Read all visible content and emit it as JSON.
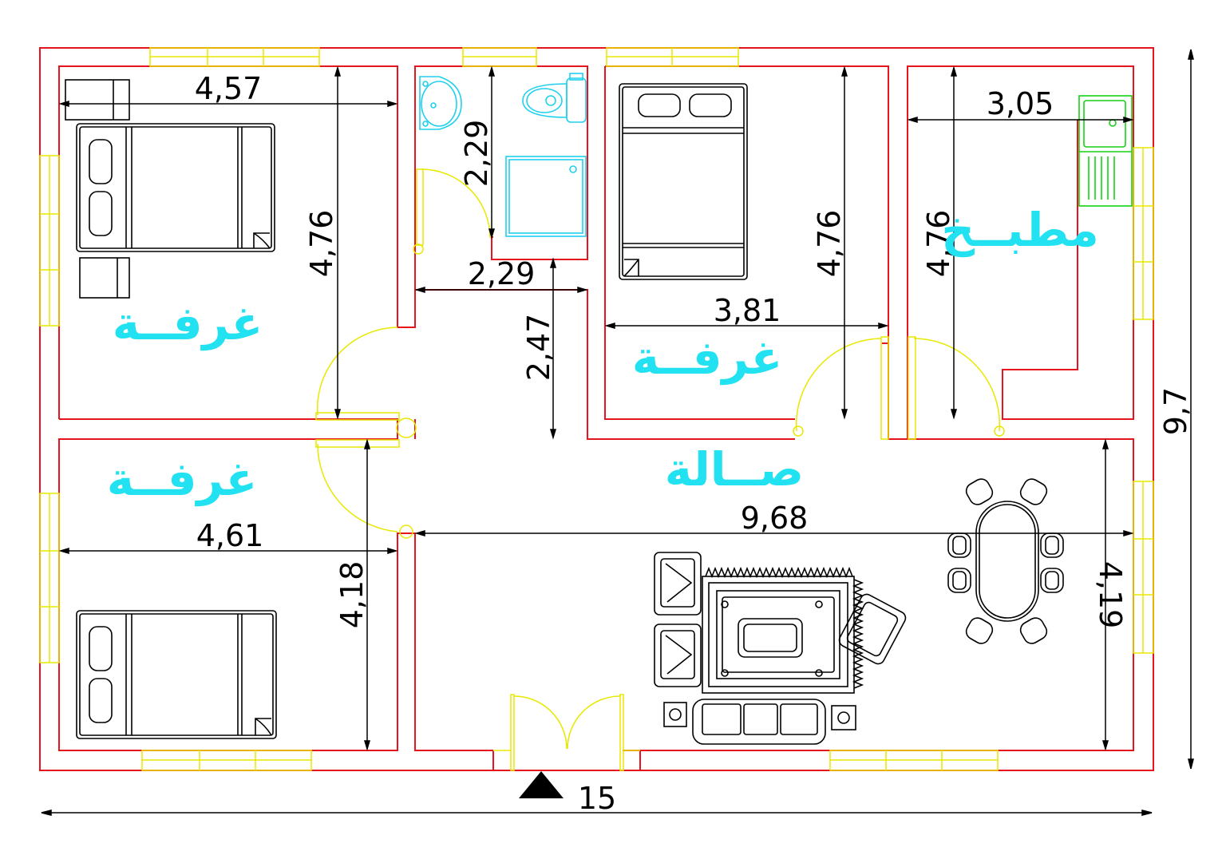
{
  "colors": {
    "wall": "#e6141c",
    "window": "#e8e800",
    "door": "#e8e800",
    "dimension": "#000000",
    "room_label": "#22e2f2",
    "bathroom_fixture": "#20d0ee",
    "kitchen_sink": "#16d116"
  },
  "rooms": {
    "bedroom_top_left": "غرفــة",
    "bedroom_bottom_left": "غرفــة",
    "bedroom_middle": "غرفــة",
    "kitchen": "مطبــخ",
    "living_hall": "صــالة"
  },
  "dimensions": {
    "bedroom_top_left_width": "4,57",
    "bedroom_top_left_depth": "4,76",
    "bathroom_depth": "2,29",
    "bathroom_width": "2,29",
    "corridor_depth": "2,47",
    "bedroom_middle_depth": "4,76",
    "bedroom_middle_width": "3,81",
    "kitchen_depth": "4,76",
    "kitchen_width": "3,05",
    "bedroom_bottom_left_width": "4,61",
    "bedroom_bottom_left_depth": "4,18",
    "hall_width": "9,68",
    "hall_depth": "4,19",
    "overall_width": "15",
    "overall_depth": "9,7"
  },
  "icons": [
    "entrance-arrow-icon",
    "bed-icon",
    "toilet-icon",
    "washbasin-icon",
    "shower-tray-icon",
    "kitchen-sink-icon",
    "sofa-icon",
    "armchair-icon",
    "dining-table-icon",
    "chair-icon",
    "rug-icon"
  ]
}
